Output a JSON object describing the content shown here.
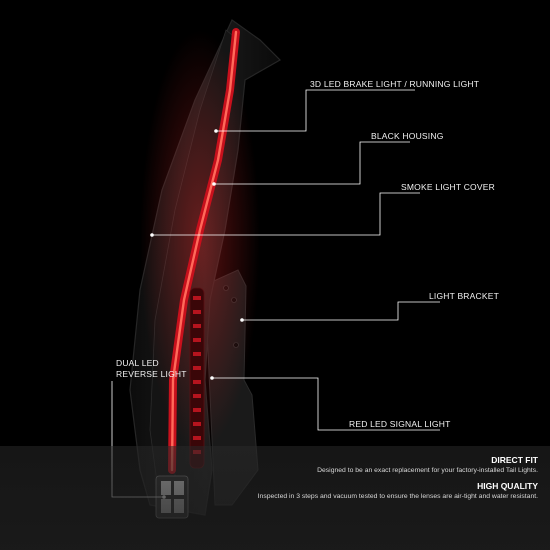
{
  "callouts": {
    "brake_light": "3D LED BRAKE LIGHT / RUNNING LIGHT",
    "black_housing": "BLACK HOUSING",
    "smoke_cover": "SMOKE LIGHT COVER",
    "light_bracket": "LIGHT BRACKET",
    "reverse_light_line1": "DUAL LED",
    "reverse_light_line2": "REVERSE LIGHT",
    "signal_light": "RED LED SIGNAL LIGHT"
  },
  "features": [
    {
      "title": "DIRECT FIT",
      "description": "Designed to be an exact replacement for your factory-installed Tail Lights."
    },
    {
      "title": "HIGH QUALITY",
      "description": "Inspected in 3 steps and vacuum tested to ensure the lenses are air-tight and water resistant."
    }
  ],
  "colors": {
    "background": "#000000",
    "led_red": "#d8202a",
    "callout_line": "#ffffff"
  }
}
